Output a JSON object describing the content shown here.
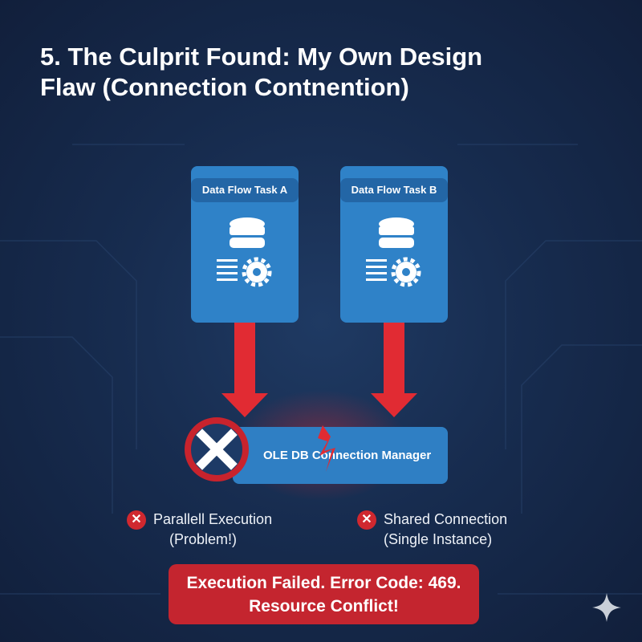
{
  "title": {
    "line1": "5. The Culprit Found: My Own Design",
    "line2": "Flaw (Connection Contnention)"
  },
  "tasks": [
    {
      "label": "Data Flow Task A"
    },
    {
      "label": "Data Flow Task B"
    }
  ],
  "connection_manager": {
    "label": "OLE DB Connection Manager"
  },
  "bullets": [
    {
      "line1": "Parallell Execution",
      "line2": "(Problem!)"
    },
    {
      "line1": "Shared Connection",
      "line2": "(Single Instance)"
    }
  ],
  "error": {
    "line1": "Execution Failed. Error Code: 469.",
    "line2": "Resource Conflict!"
  },
  "colors": {
    "background": "#172c4f",
    "card": "#2f82c8",
    "arrow": "#e12b33",
    "error": "#c4252f"
  }
}
